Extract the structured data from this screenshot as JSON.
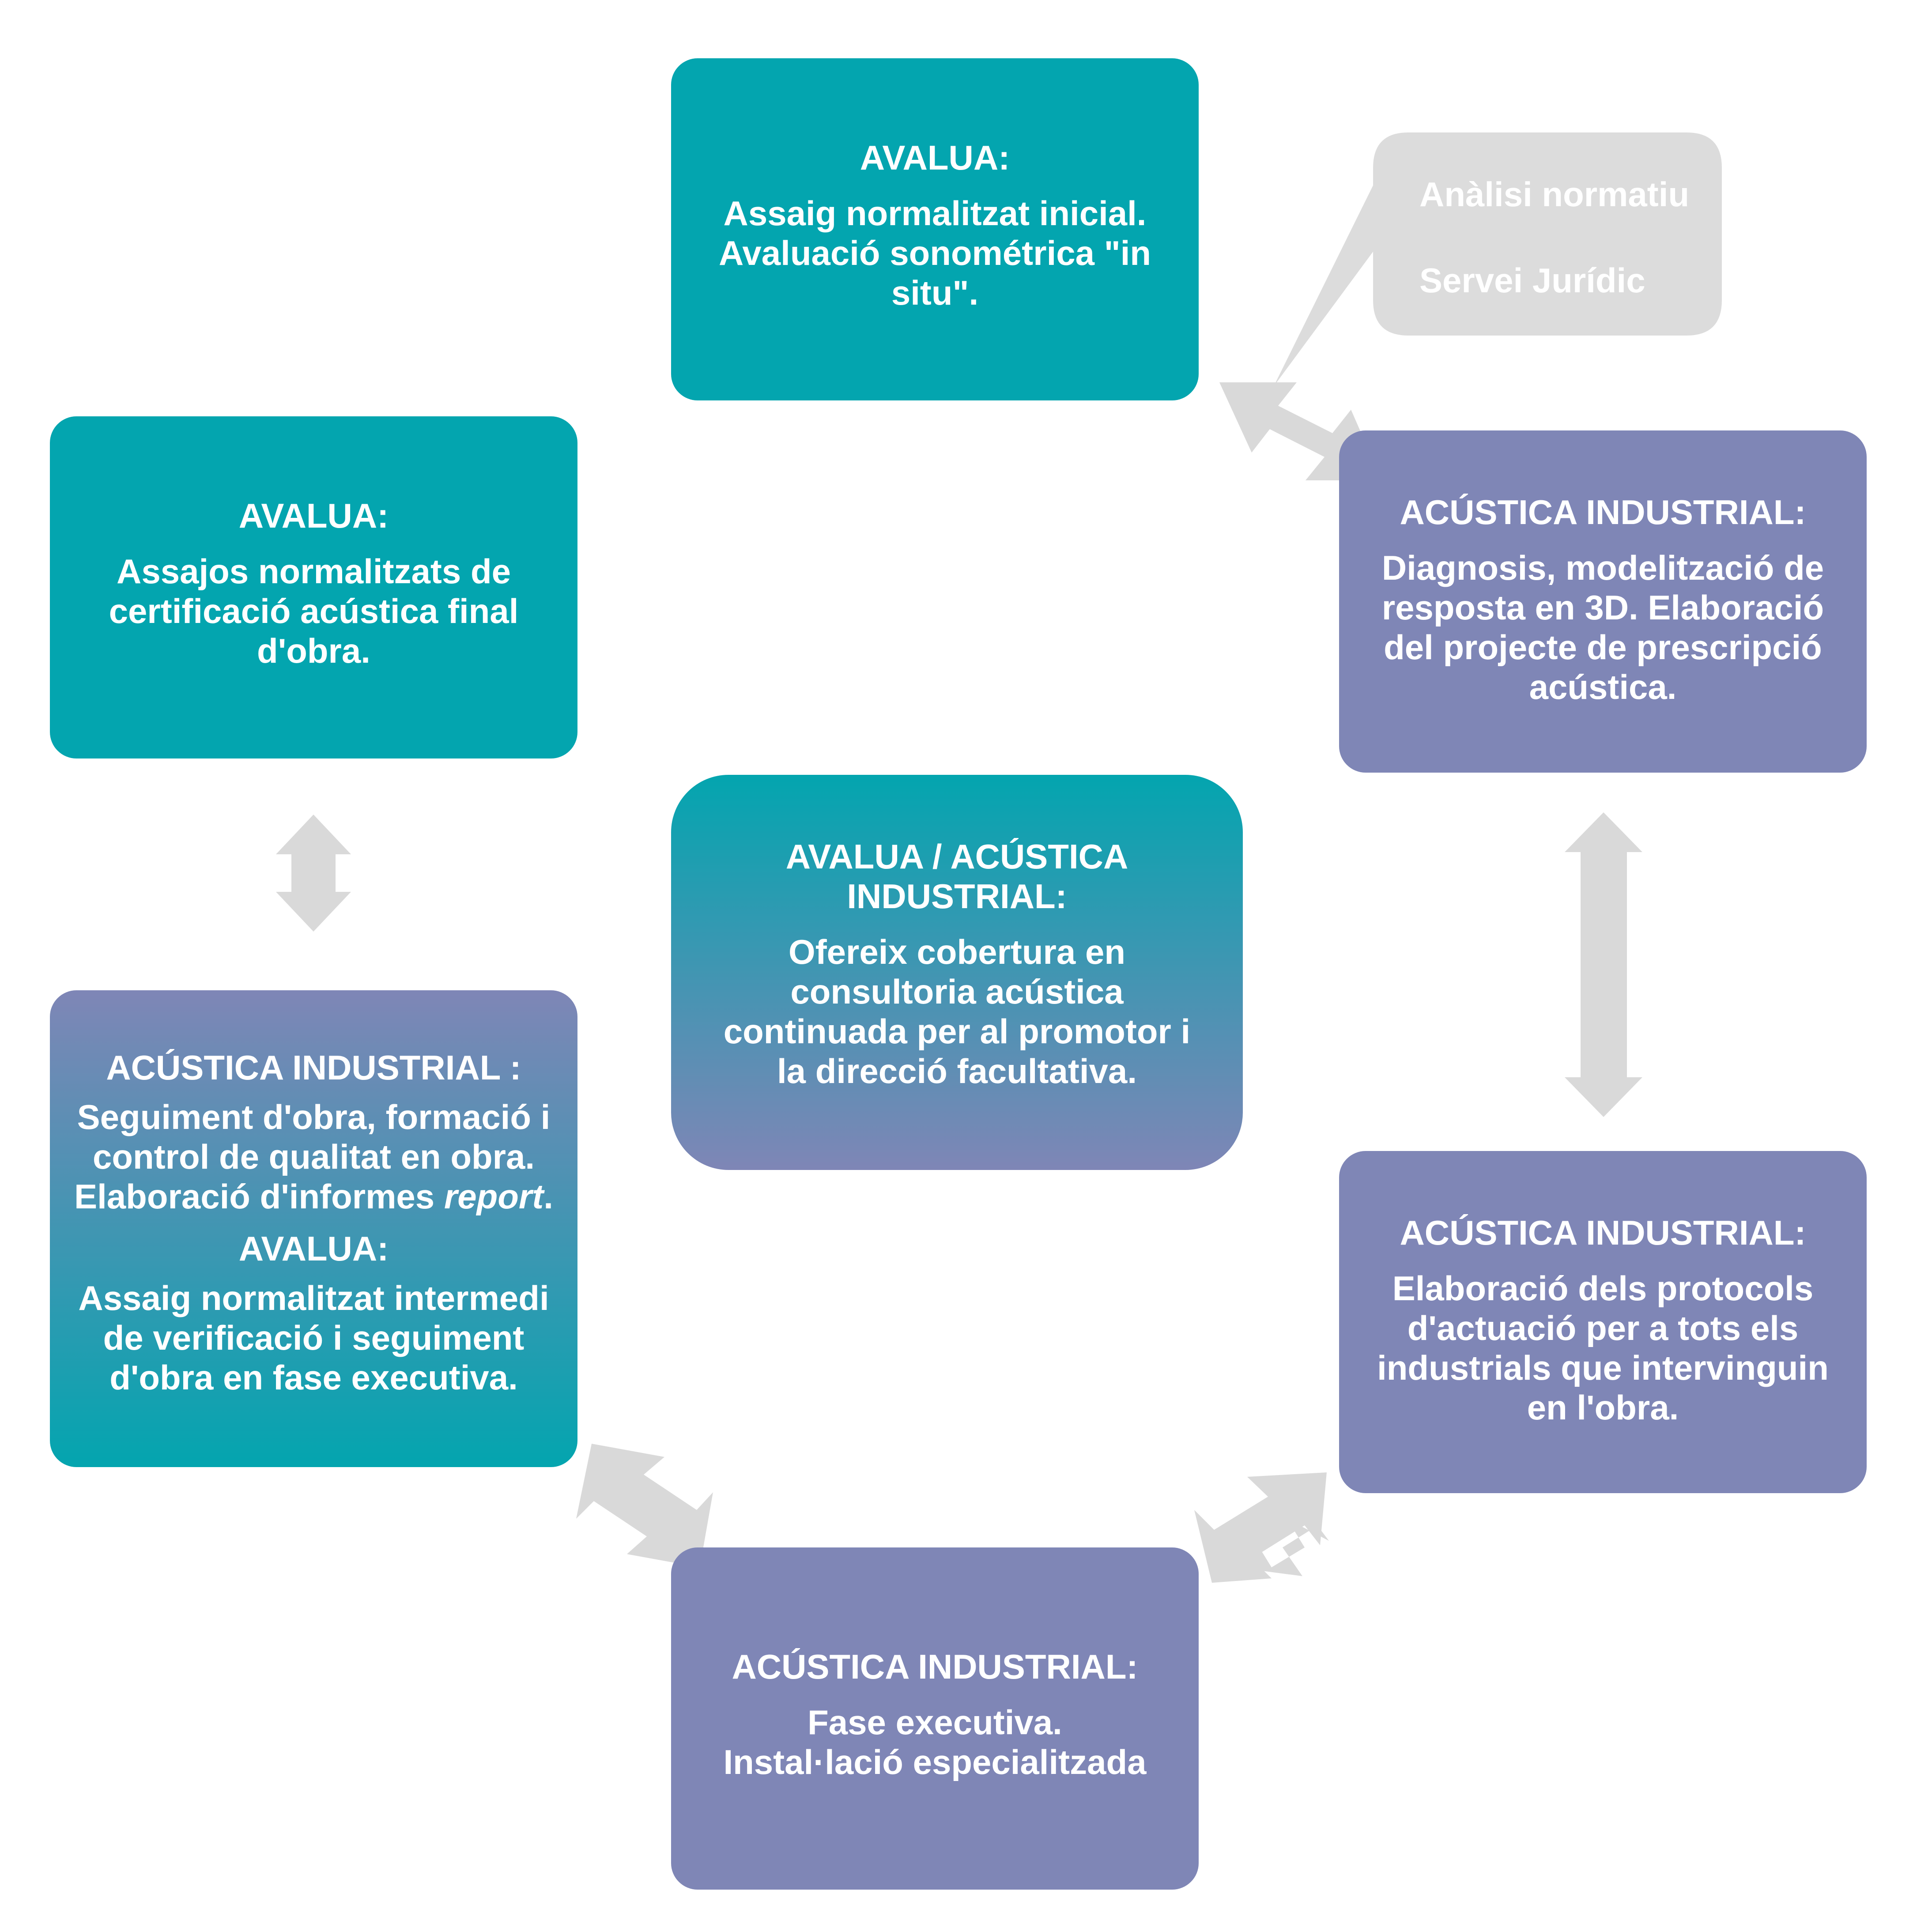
{
  "diagram": {
    "box_top": {
      "heading": "AVALUA:",
      "lines": [
        "Assaig normalitzat inicial.",
        "Avaluació sonométrica \"in",
        "situ\"."
      ]
    },
    "callout": {
      "line1": "Anàlisi normatiu",
      "line2": "Servei Jurídic"
    },
    "box_right_top": {
      "heading": "ACÚSTICA INDUSTRIAL:",
      "lines": [
        "Diagnosis, modelització de",
        "resposta en 3D. Elaboració",
        "del projecte de prescripció",
        "acústica."
      ]
    },
    "box_right_bottom": {
      "heading": "ACÚSTICA INDUSTRIAL:",
      "lines": [
        "Elaboració dels protocols",
        "d'actuació per a tots els",
        "industrials que intervinguin",
        "en l'obra."
      ]
    },
    "box_bottom": {
      "heading": "ACÚSTICA INDUSTRIAL:",
      "lines": [
        "Fase executiva.",
        "Instal·lació especialitzada"
      ]
    },
    "box_left_bottom": {
      "heading1": "ACÚSTICA INDUSTRIAL :",
      "lines1": [
        "Seguiment d'obra, formació i",
        "control de qualitat en obra."
      ],
      "line_report_prefix": "Elaboració d'informes ",
      "line_report_italic": "report",
      "line_report_suffix": ".",
      "heading2": "AVALUA:",
      "lines2": [
        "Assaig normalitzat intermedi",
        "de verificació i seguiment",
        "d'obra en fase executiva."
      ]
    },
    "box_left_top": {
      "heading": "AVALUA:",
      "lines": [
        "Assajos normalitzats de",
        "certificació acústica final",
        "d'obra."
      ]
    },
    "box_center": {
      "heading_lines": [
        "AVALUA / ACÚSTICA",
        "INDUSTRIAL:"
      ],
      "lines": [
        "Ofereix cobertura en",
        "consultoria acústica",
        "continuada per al promotor i",
        "la direcció facultativa."
      ]
    },
    "colors": {
      "teal": "#03a5af",
      "purple": "#7f86b6",
      "arrow_gray": "#d9d9d9",
      "callout_gray": "#dcdcdc"
    }
  }
}
